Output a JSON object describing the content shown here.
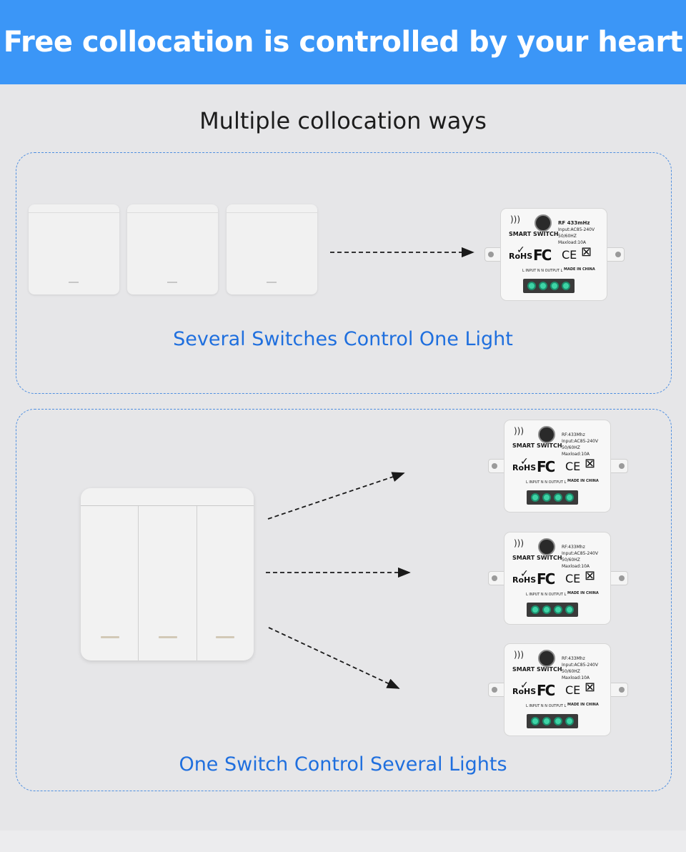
{
  "banner": {
    "title": "Free collocation is controlled by your heart"
  },
  "subtitle": "Multiple collocation ways",
  "section1": {
    "caption": "Several Switches Control One Light"
  },
  "section2": {
    "caption": "One Switch Control Several Lights"
  },
  "module_top": {
    "smart_label": "SMART SWITCH",
    "rf": "RF 433mHz",
    "input": "Input:AC85-240V 50/60HZ",
    "maxload": "Maxload:10A",
    "rohs": "RoHS",
    "fc": "FC",
    "ce": "CE",
    "io": "L INPUT N   N OUTPUT L",
    "made_in": "MADE IN CHINA"
  },
  "module": {
    "smart_label": "SMART SWITCH",
    "rf": "RF:433Mhz",
    "input": "Input:AC85-240V 50/60HZ",
    "maxload": "Maxload:10A",
    "rohs": "RoHS",
    "fc": "FC",
    "ce": "CE",
    "io": "L INPUT N   N OUTPUT L",
    "made_in": "MADE IN CHINA"
  },
  "colors": {
    "banner": "#3b96f7",
    "caption": "#1f6fde",
    "panel_border": "#4f8fe0",
    "terminal": "#3ed4a6"
  },
  "icons": [
    "wifi-icon",
    "check-icon",
    "weee-bin-icon",
    "arrow-icon"
  ]
}
